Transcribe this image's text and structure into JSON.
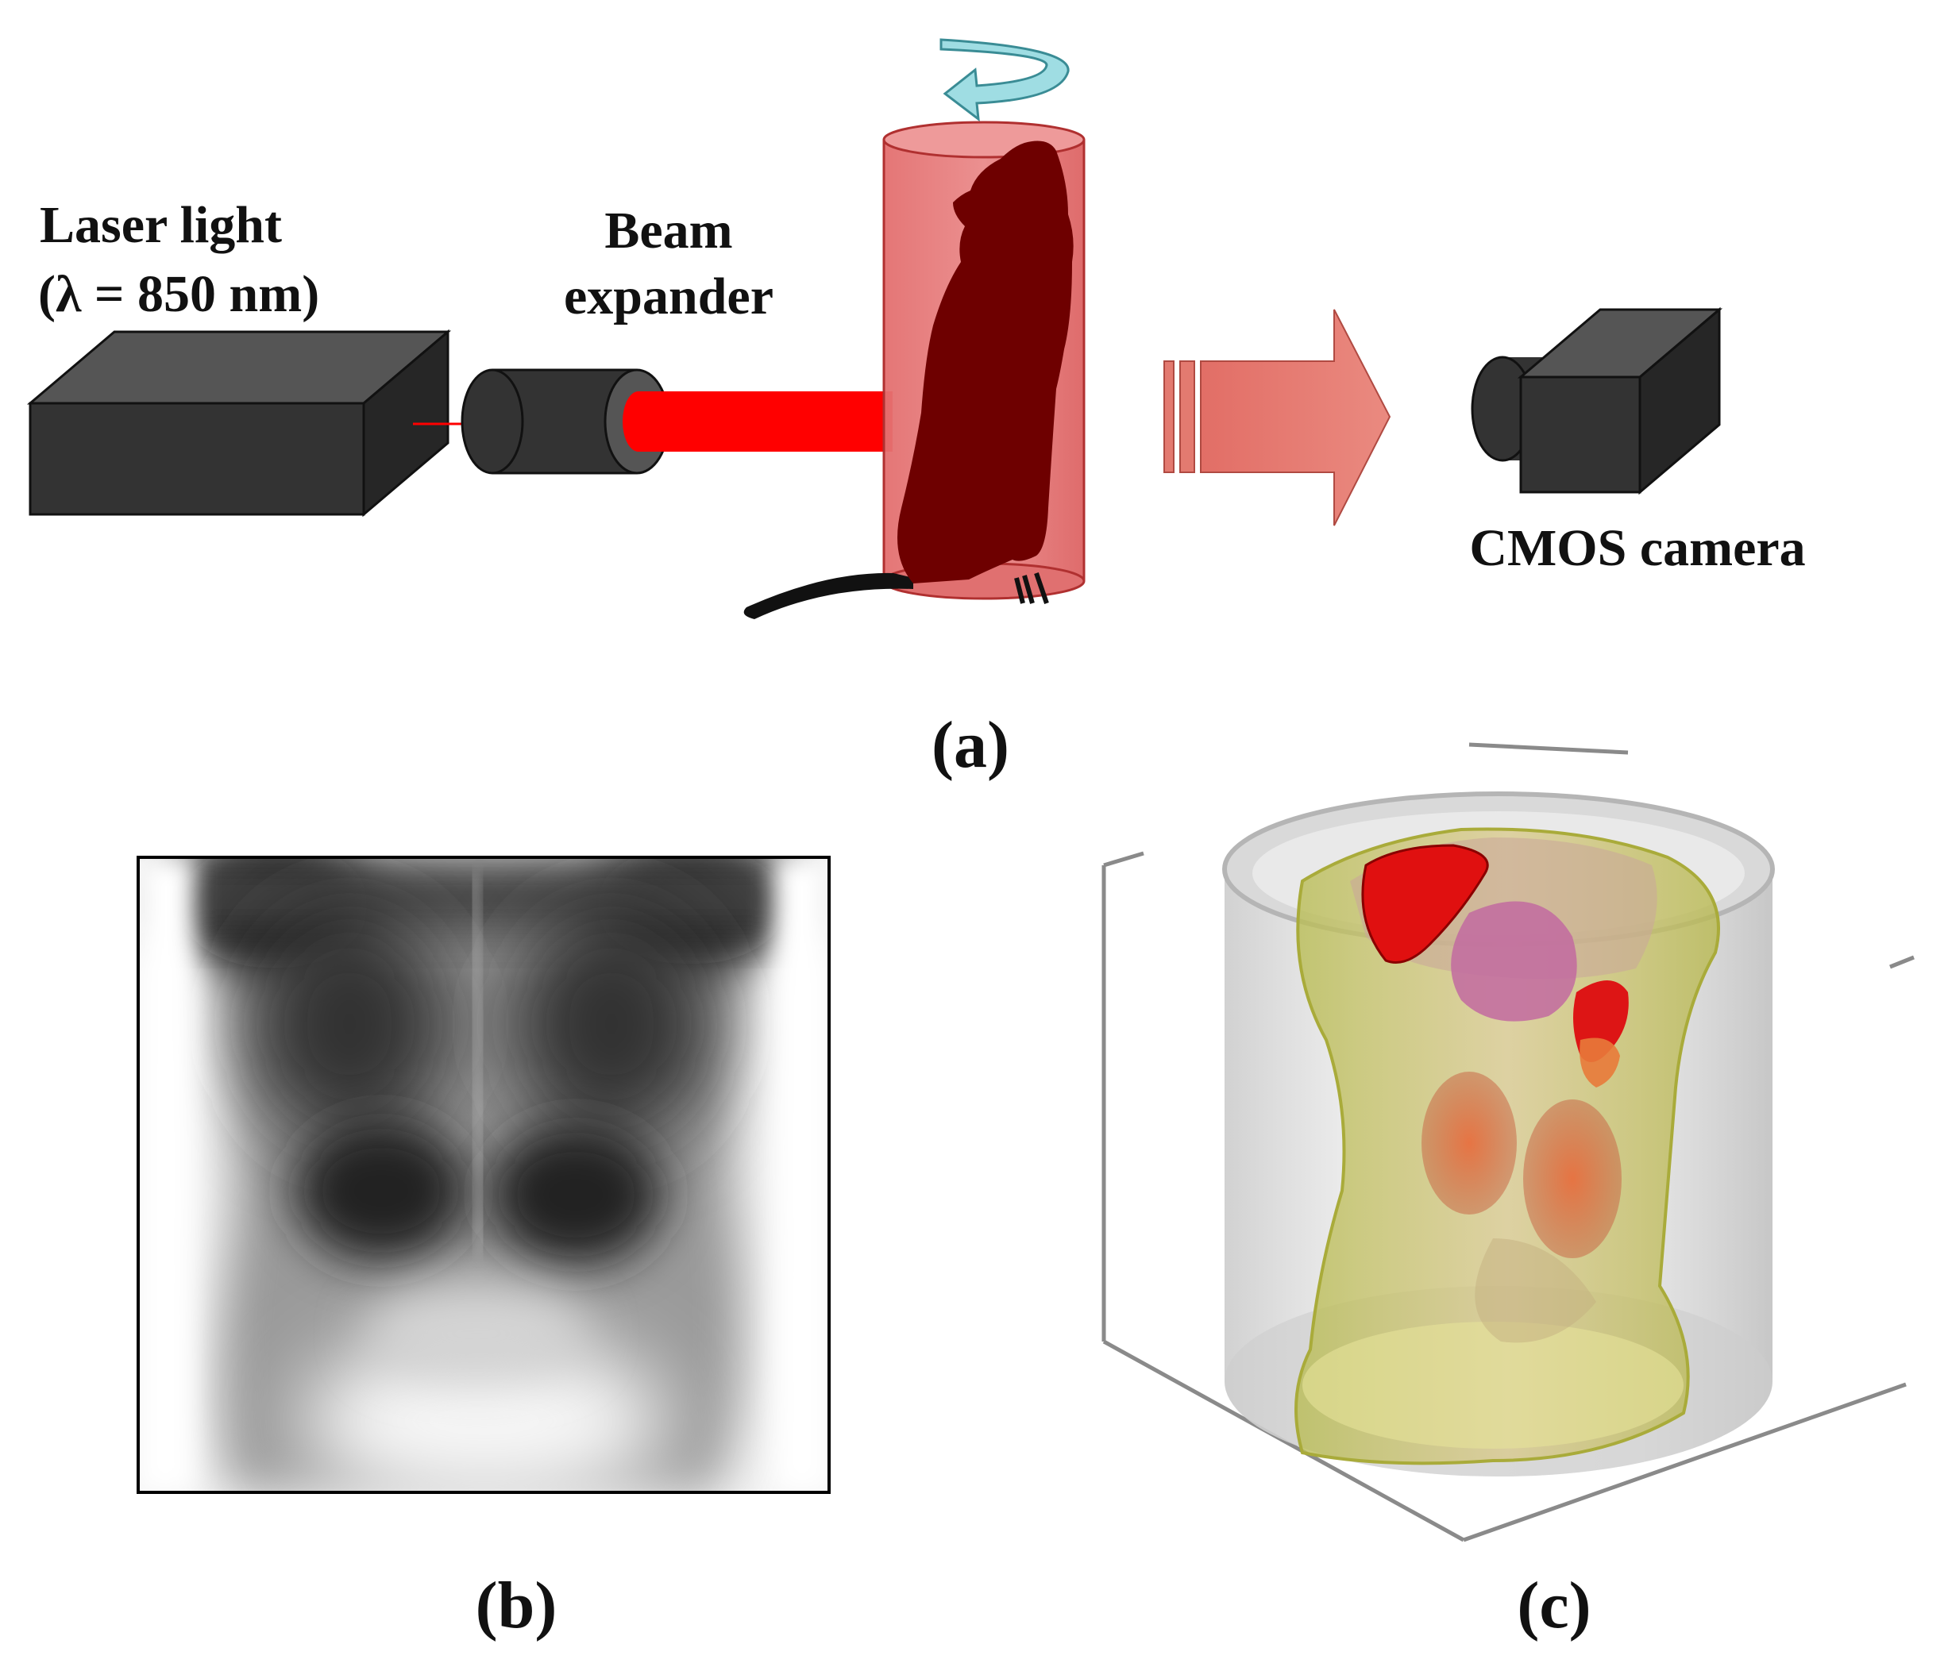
{
  "panel_a": {
    "label": "(a)",
    "laser_label_line1": "Laser light",
    "laser_label_line2": "(λ = 850 nm)",
    "expander_label_line1": "Beam",
    "expander_label_line2": "expander",
    "camera_label": "CMOS camera"
  },
  "panel_b": {
    "label": "(b)"
  },
  "panel_c": {
    "label": "(c)"
  },
  "colors": {
    "beam": "#ff0000",
    "cylinder": "#e06f6f",
    "mouse": "#6e0000",
    "arrow": "#e47c72",
    "rotation_arrow": "#9fdde3",
    "device": "#2e2e2e"
  },
  "icons": [
    "rotation-arrow-icon",
    "light-arrow-icon"
  ]
}
